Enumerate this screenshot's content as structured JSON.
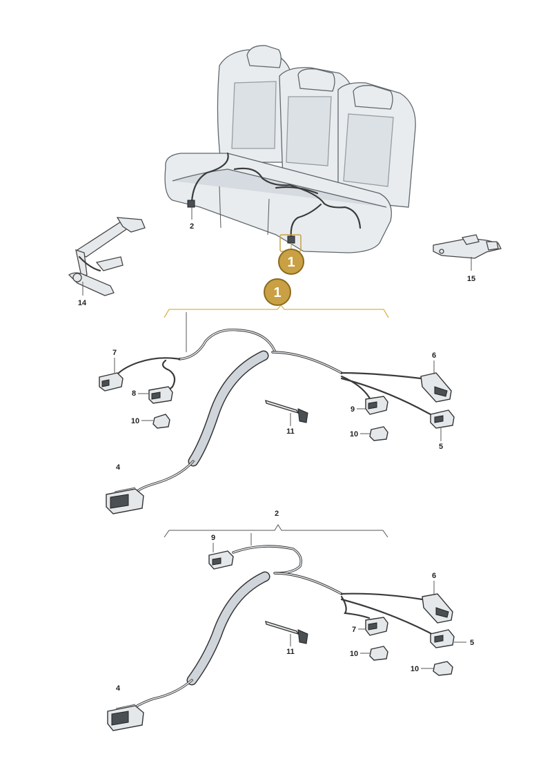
{
  "callouts": {
    "main_badge": "1",
    "section_badge": "1",
    "section2_label": "2"
  },
  "labels": {
    "seat_2": "2",
    "part_14": "14",
    "part_15": "15",
    "s1_7": "7",
    "s1_8": "8",
    "s1_10a": "10",
    "s1_11": "11",
    "s1_9": "9",
    "s1_10b": "10",
    "s1_6": "6",
    "s1_5": "5",
    "s1_4": "4",
    "s2_9": "9",
    "s2_6": "6",
    "s2_7": "7",
    "s2_5": "5",
    "s2_11": "11",
    "s2_10a": "10",
    "s2_10b": "10",
    "s2_4": "4"
  },
  "colors": {
    "badge_fill": "#c9a043",
    "badge_stroke": "#8a6a1e",
    "bracket_line": "#d8b44a"
  }
}
